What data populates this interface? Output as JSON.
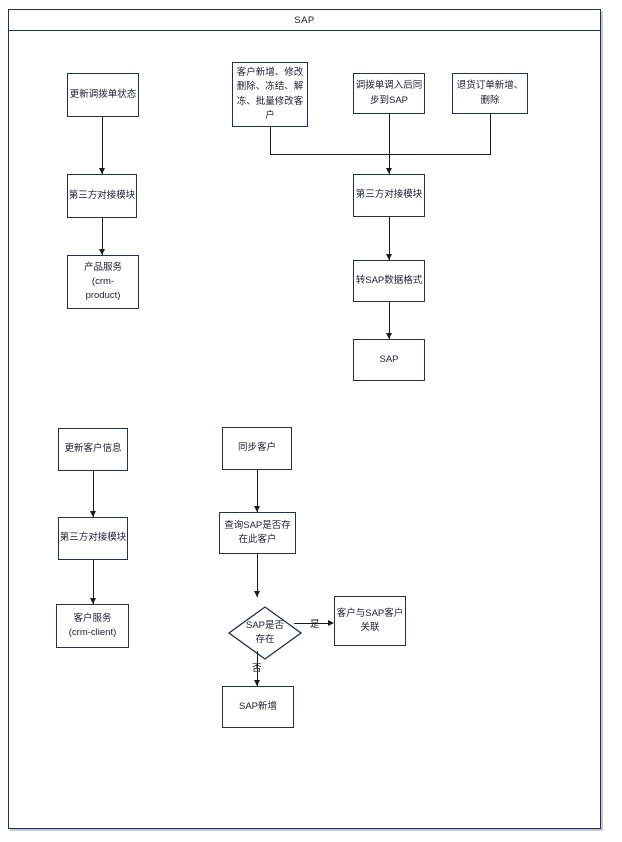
{
  "page": {
    "title": "SAP"
  },
  "colors": {
    "shape_border": "#1f3055",
    "connector_line": "#1a1a1a",
    "text": "#1a1f33",
    "background": "#ffffff"
  },
  "flowchart": {
    "nodes": {
      "update_transfer_order_status": {
        "label": "更新调拨单状态"
      },
      "third_party_module_top_left": {
        "label": "第三方对接模块"
      },
      "product_service": {
        "label": "产品服务\n(crm-\nproduct)"
      },
      "customer_operations": {
        "label": "客户新增、修改\n删除、冻结、解\n冻、批量修改客\n户"
      },
      "transfer_order_sync": {
        "label": "调拨单调入后同\n步到SAP"
      },
      "return_order_ops": {
        "label": "退货订单新增、\n删除"
      },
      "third_party_module_center": {
        "label": "第三方对接模块"
      },
      "convert_sap_format": {
        "label": "转SAP数据格式"
      },
      "sap": {
        "label": "SAP"
      },
      "update_customer_info": {
        "label": "更新客户信息"
      },
      "third_party_module_bottom_left": {
        "label": "第三方对接模块"
      },
      "customer_service": {
        "label": "客户服务\n(crm-client)"
      },
      "sync_customer": {
        "label": "同步客户"
      },
      "query_sap_customer": {
        "label": "查询SAP是否存\n在此客户"
      },
      "sap_exists_decision": {
        "label": "SAP是否\n存在"
      },
      "link_customer_sap": {
        "label": "客户与SAP客户\n关联"
      },
      "sap_create": {
        "label": "SAP新增"
      }
    },
    "edge_labels": {
      "yes": "是",
      "no": "否"
    }
  }
}
